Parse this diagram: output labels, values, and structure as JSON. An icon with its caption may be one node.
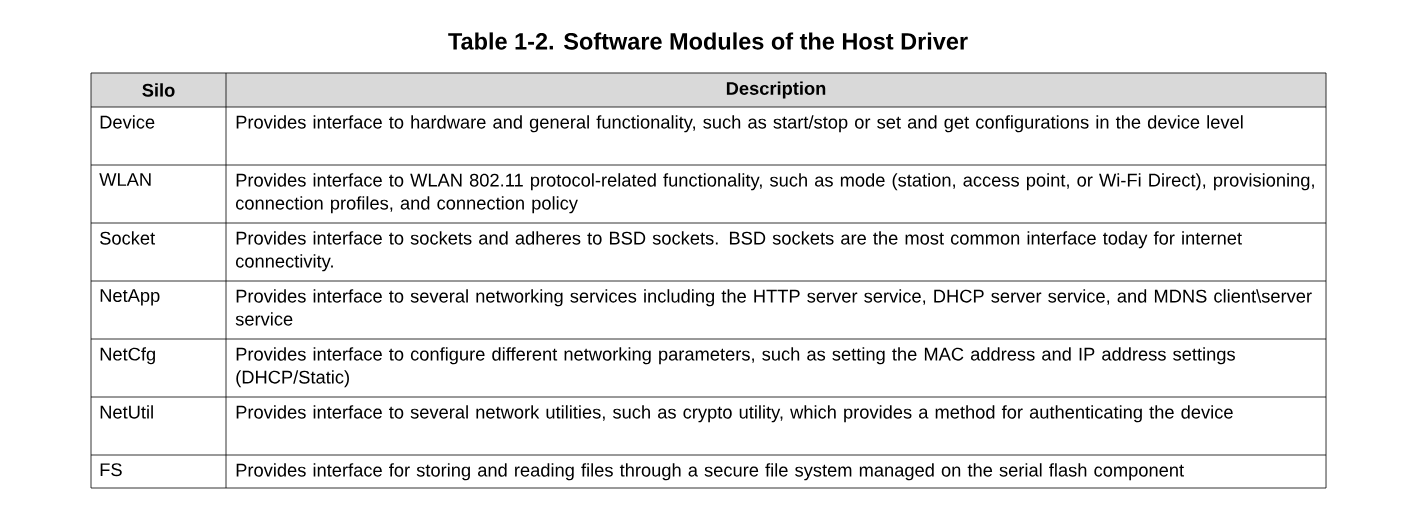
{
  "diagram": {
    "title": "Table 1-2. Software Modules of the Host Driver",
    "labels": [
      "Silo",
      "Description",
      "Device",
      "Provides interface to hardware and general functionality, such as start/stop or set and get configurations in the device level",
      "WLAN",
      "Provides interface to WLAN 802.11 protocol-related functionality, such as mode (station, access point, or Wi-Fi Direct), provisioning, connection profiles, and connection policy",
      "Socket",
      "Provides interface to sockets and adheres to BSD sockets. BSD sockets are the most common interface today for internet connectivity.",
      "NetApp",
      "Provides interface to several networking services including the HTTP server service, DHCP server service, and MDNS client\\server service",
      "NetCfg",
      "Provides interface to configure different networking parameters, such as setting the MAC address and IP address settings (DHCP/Static)",
      "NetUtil",
      "Provides interface to several network utilities, such as crypto utility, which provides a method for authenticating the device",
      "FS",
      "Provides interface for storing and reading files through a secure file system managed on the serial flash component"
    ]
  }
}
